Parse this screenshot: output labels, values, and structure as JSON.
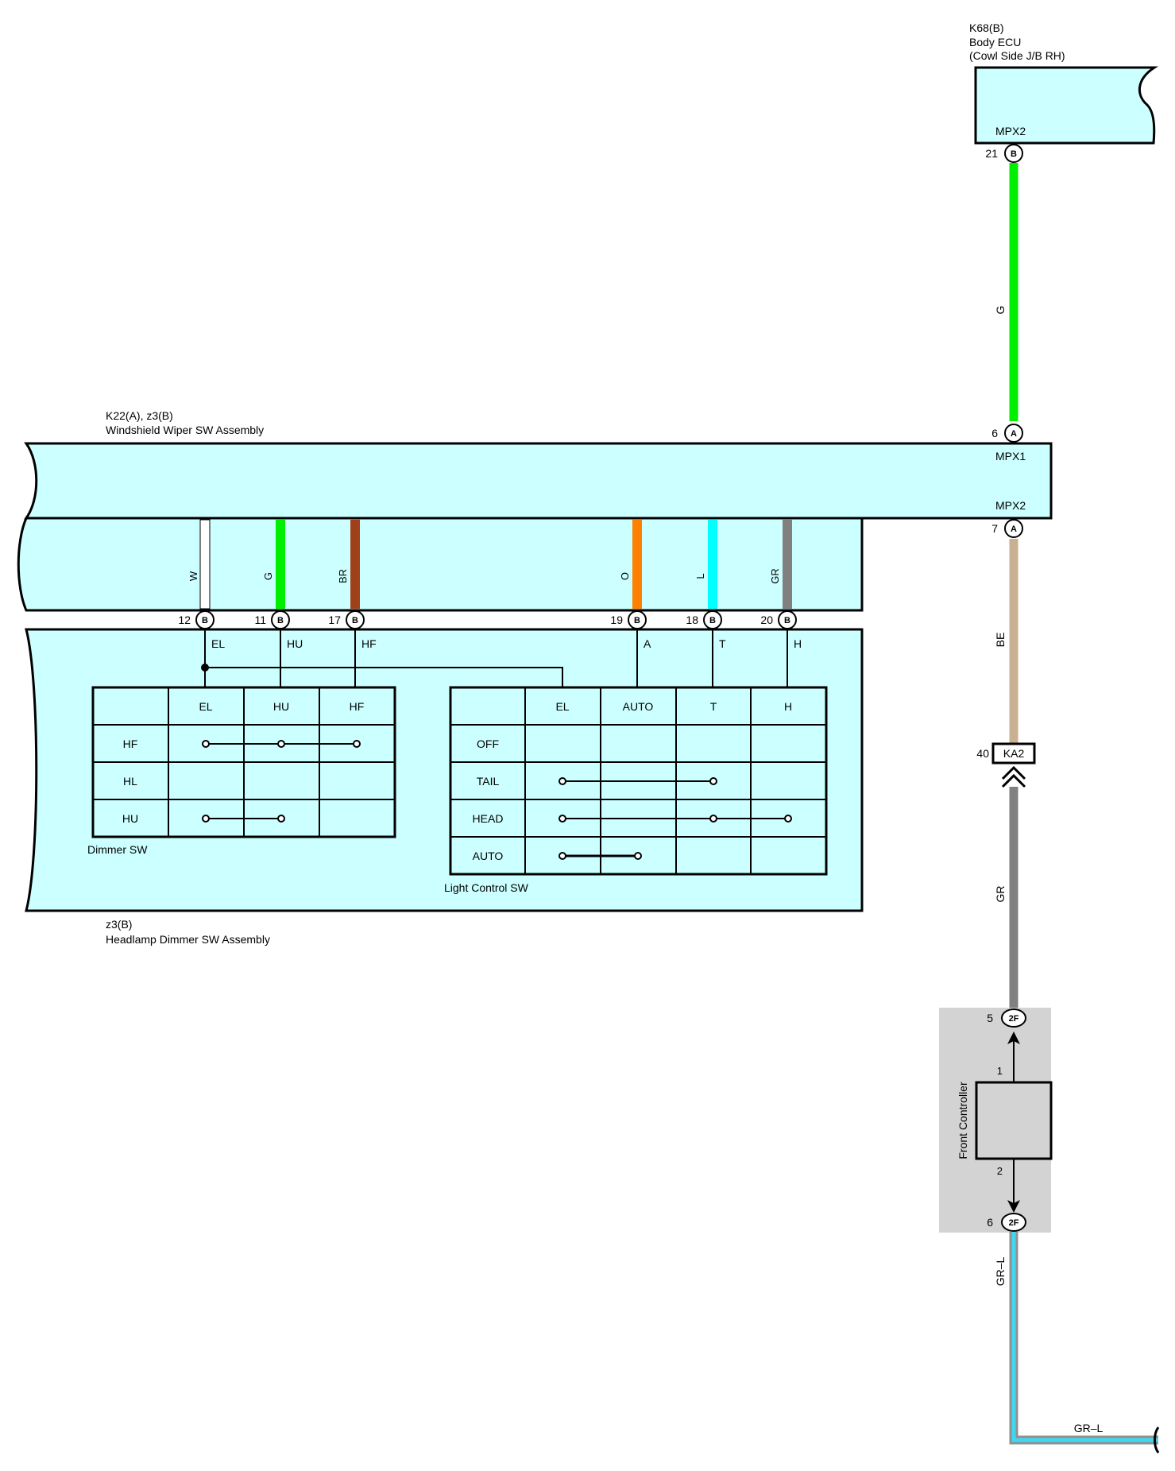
{
  "body_ecu": {
    "code": "K68(B)",
    "name": "Body ECU",
    "location": "(Cowl Side J/B RH)",
    "terminal": "MPX2",
    "pin": "21",
    "connector": "B"
  },
  "wire_g_top": {
    "color_code": "G",
    "color": "#00ee00"
  },
  "wiper_assembly": {
    "code": "K22(A), z3(B)",
    "name": "Windshield Wiper SW Assembly",
    "mpx1_label": "MPX1",
    "mpx2_label": "MPX2",
    "pin_mpx1": "6",
    "pin_mpx2": "7",
    "connector": "A"
  },
  "harness_wires": [
    {
      "pin": "12",
      "connector": "B",
      "color_code": "W",
      "color": "#ffffff",
      "terminal": "EL"
    },
    {
      "pin": "11",
      "connector": "B",
      "color_code": "G",
      "color": "#00ee00",
      "terminal": "HU"
    },
    {
      "pin": "17",
      "connector": "B",
      "color_code": "BR",
      "color": "#a0401a",
      "terminal": "HF"
    },
    {
      "pin": "19",
      "connector": "B",
      "color_code": "O",
      "color": "#ff8000",
      "terminal": "A"
    },
    {
      "pin": "18",
      "connector": "B",
      "color_code": "L",
      "color": "#00ffff",
      "terminal": "T"
    },
    {
      "pin": "20",
      "connector": "B",
      "color_code": "GR",
      "color": "#808080",
      "terminal": "H"
    }
  ],
  "dimmer_sw": {
    "label": "Dimmer SW",
    "columns": [
      "EL",
      "HU",
      "HF"
    ],
    "rows": [
      "HF",
      "HL",
      "HU"
    ]
  },
  "light_control_sw": {
    "label": "Light Control SW",
    "columns": [
      "EL",
      "AUTO",
      "T",
      "H"
    ],
    "rows": [
      "OFF",
      "TAIL",
      "HEAD",
      "AUTO"
    ]
  },
  "headlamp_assembly": {
    "code": "z3(B)",
    "name": "Headlamp Dimmer SW Assembly"
  },
  "wire_be": {
    "color_code": "BE",
    "color": "#c8b090"
  },
  "junction_ka2": {
    "pin": "40",
    "label": "KA2"
  },
  "wire_gr": {
    "color_code": "GR",
    "color": "#808080"
  },
  "front_controller": {
    "name": "Front Controller",
    "pin_top": "5",
    "pin_bottom": "6",
    "connector": "2F",
    "inner_top": "1",
    "inner_bottom": "2"
  },
  "wire_grl": {
    "color_code": "GR–L",
    "color": "#40d8f0",
    "tracer": "#909090"
  }
}
